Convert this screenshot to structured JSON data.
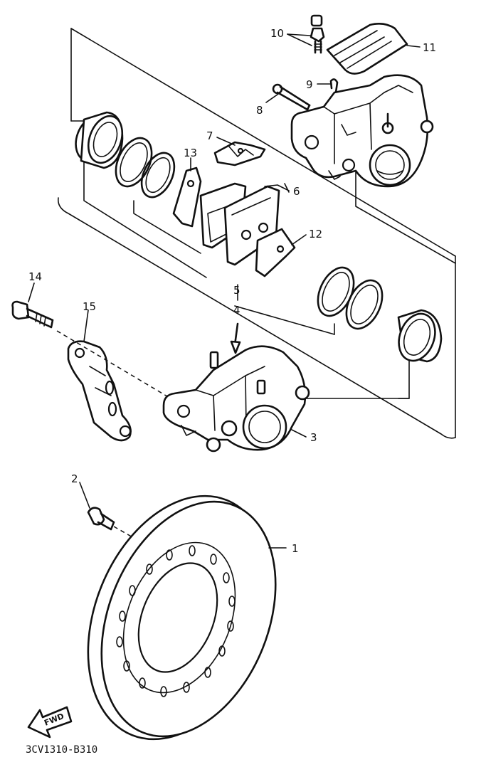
{
  "diagram": {
    "code": "3CV1310-B310",
    "fwd_label": "FWD",
    "labels": [
      {
        "id": "1",
        "text": "1"
      },
      {
        "id": "2",
        "text": "2"
      },
      {
        "id": "3",
        "text": "3"
      },
      {
        "id": "4",
        "text": "4"
      },
      {
        "id": "5",
        "text": "5"
      },
      {
        "id": "6",
        "text": "6"
      },
      {
        "id": "7",
        "text": "7"
      },
      {
        "id": "8",
        "text": "8"
      },
      {
        "id": "9",
        "text": "9"
      },
      {
        "id": "10",
        "text": "10"
      },
      {
        "id": "11",
        "text": "11"
      },
      {
        "id": "12",
        "text": "12"
      },
      {
        "id": "13",
        "text": "13"
      },
      {
        "id": "14",
        "text": "14"
      },
      {
        "id": "15",
        "text": "15"
      }
    ]
  }
}
